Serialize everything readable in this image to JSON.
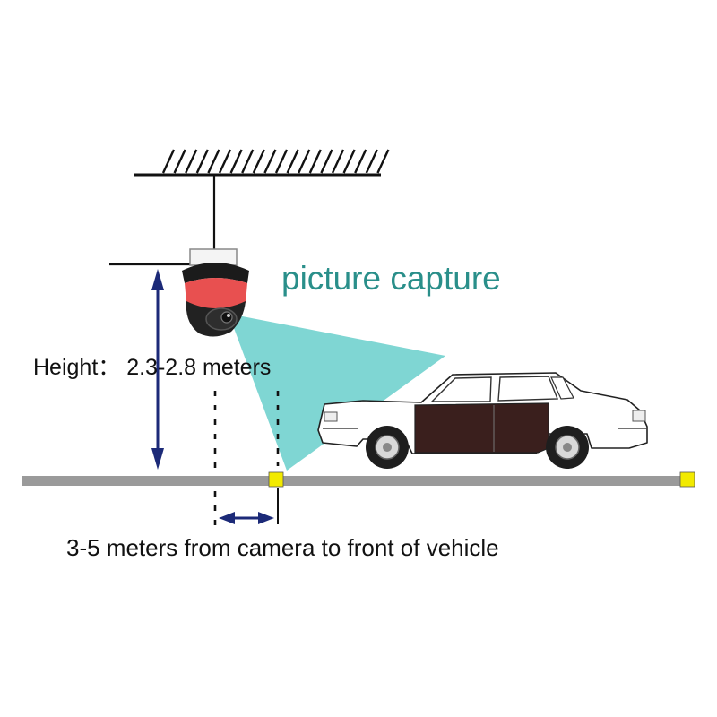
{
  "labels": {
    "capture": "picture capture",
    "height": "Height： 2.3-2.8 meters",
    "distance": "3-5 meters from camera to front of vehicle"
  },
  "colors": {
    "capture_text": "#2a8f8a",
    "text": "#111111",
    "beam": "#7fd6d3",
    "arrow": "#1c2a78",
    "ground": "#9a9a9a",
    "marker": "#f2ea00",
    "camera_red": "#e85050",
    "car_body": "#ffffff",
    "car_door_panel": "#3a1f1d"
  },
  "icons": {
    "camera": "dome-camera-icon",
    "car": "sedan-car-icon"
  }
}
